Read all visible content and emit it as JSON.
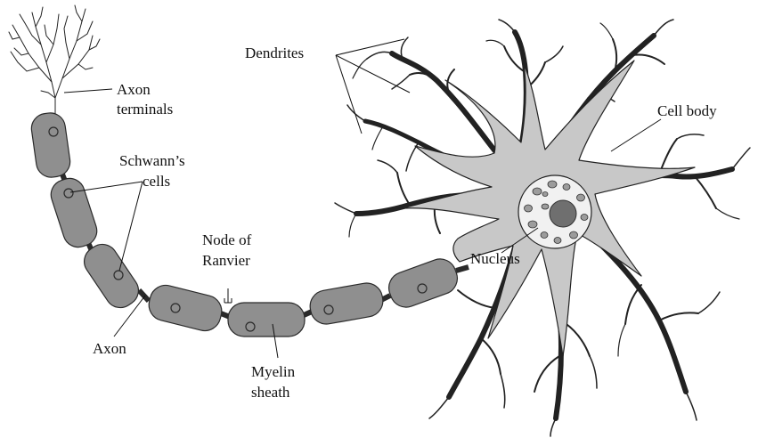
{
  "labels": {
    "axon_terminals_line1": "Axon",
    "axon_terminals_line2": "terminals",
    "schwanns_line1": "Schwann’s",
    "schwanns_line2": "cells",
    "node_line1": "Node of",
    "node_line2": "Ranvier",
    "axon": "Axon",
    "myelin_line1": "Myelin",
    "myelin_line2": "sheath",
    "dendrites": "Dendrites",
    "cell_body": "Cell body",
    "nucleus": "Nucleus"
  },
  "colors": {
    "myelin": "#8f8f8f",
    "cell_body": "#c8c8c8",
    "nucleus_background": "#f1f1f1",
    "ink": "#111111"
  }
}
